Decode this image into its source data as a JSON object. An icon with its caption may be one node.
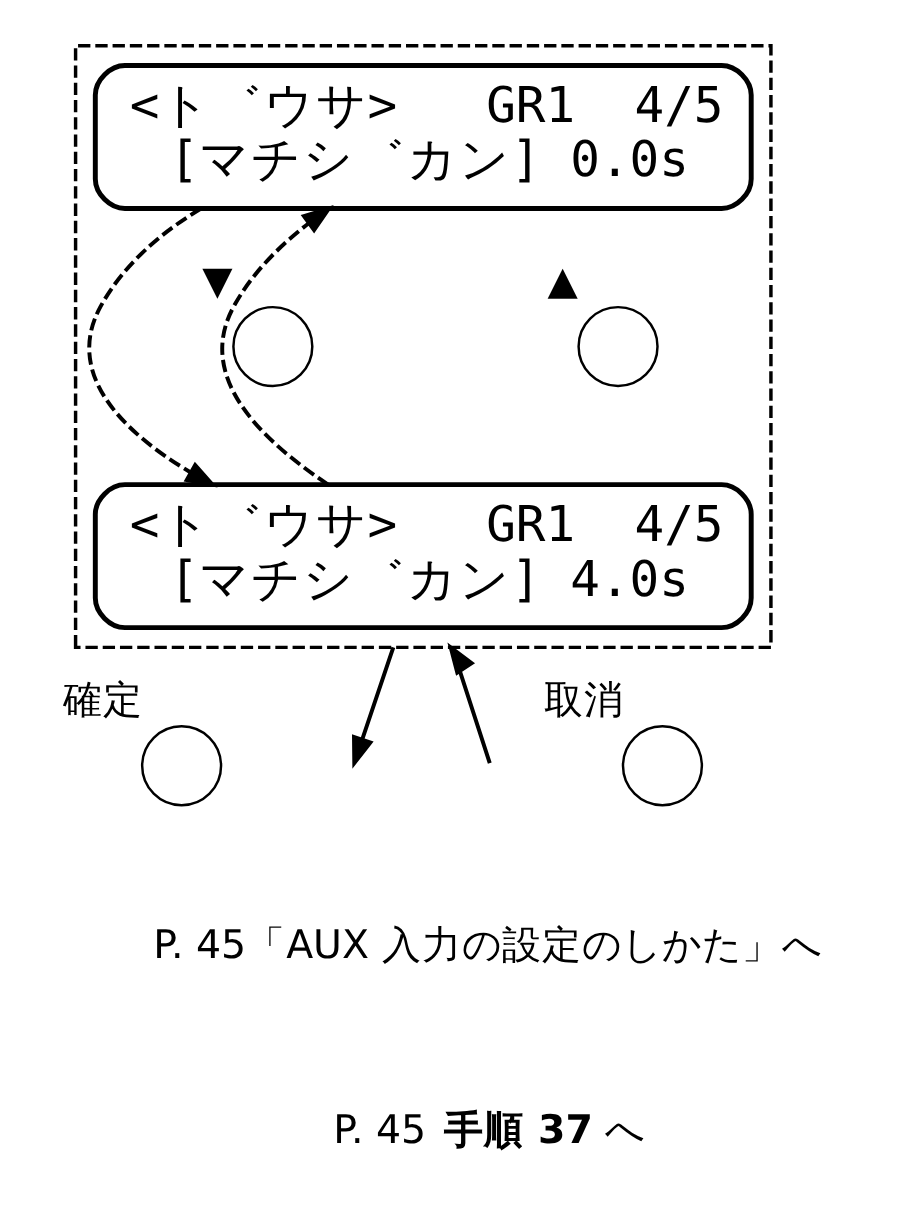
{
  "diagram": {
    "nodes": [
      {
        "text": [],
        "shape": "box"
      },
      {
        "text": [
          "<ト゛ウサ>   GR1  4/5",
          "[マチシ゛カン] 0.0s"
        ],
        "in": 0
      },
      {
        "text": [],
        "shape": "circle",
        "beside": [
          "▼"
        ],
        "in": 0
      },
      {
        "text": [],
        "shape": "circle",
        "beside": [
          "▲"
        ],
        "in": 0
      },
      {
        "text": [
          "<ト゛ウサ>   GR1  4/5",
          "[マチシ゛カン] 4.0s"
        ],
        "in": 0
      },
      {
        "text": [],
        "shape": "circle",
        "beside": [
          "確定"
        ]
      },
      {
        "text": [],
        "shape": "circle",
        "beside": [
          "取消"
        ]
      }
    ],
    "edges": [
      {
        "from": 1,
        "to": 4,
        "arrow": "to",
        "style": "dashed"
      },
      {
        "from": 4,
        "to": 1,
        "arrow": "to",
        "style": "dashed"
      },
      {
        "from": null,
        "to": 0,
        "arrow": "to"
      },
      {
        "from": 0,
        "to": null,
        "arrow": "to"
      }
    ],
    "labels": [
      "P. 45「AUX 入力の設定のしかた」へ",
      "P. 45 **手順 37** へ"
    ]
  }
}
